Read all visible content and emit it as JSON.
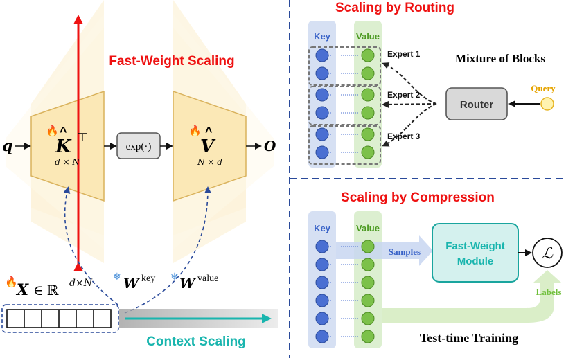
{
  "left_panel": {
    "fast_weight_title": "Fast-Weight Scaling",
    "context_title": "Context Scaling",
    "q_label": "q",
    "o_label": "O",
    "k_symbol": "K",
    "k_superscript": "⊤",
    "k_dims": "d × N",
    "v_symbol": "V",
    "v_dims": "N × d",
    "exp_label": "exp(·)",
    "x_symbol": "X",
    "x_domain": "∈ ℝ",
    "x_superscript": "d×N",
    "w_key_symbol": "W",
    "w_key_sup": "key",
    "w_value_symbol": "W",
    "w_value_sup": "value"
  },
  "routing_panel": {
    "title": "Scaling by Routing",
    "key_header": "Key",
    "value_header": "Value",
    "experts": [
      "Expert 1",
      "Expert 2",
      "Expert 3"
    ],
    "mixture_label": "Mixture of Blocks",
    "router_label": "Router",
    "query_label": "Query"
  },
  "compression_panel": {
    "title": "Scaling by Compression",
    "key_header": "Key",
    "value_header": "Value",
    "samples_label": "Samples",
    "module_line1": "Fast-Weight",
    "module_line2": "Module",
    "loss_symbol": "ℒ",
    "labels_label": "Labels",
    "ttt_label": "Test-time Training"
  },
  "colors": {
    "red": "#ee1111",
    "teal": "#19b5ae",
    "blue_dot": "#4a6fd2",
    "green_dot": "#7cc14a",
    "navy_dash": "#2a4a9a",
    "trapezoid_fill": "#fbe8b6",
    "trapezoid_stroke": "#d9b25c"
  }
}
